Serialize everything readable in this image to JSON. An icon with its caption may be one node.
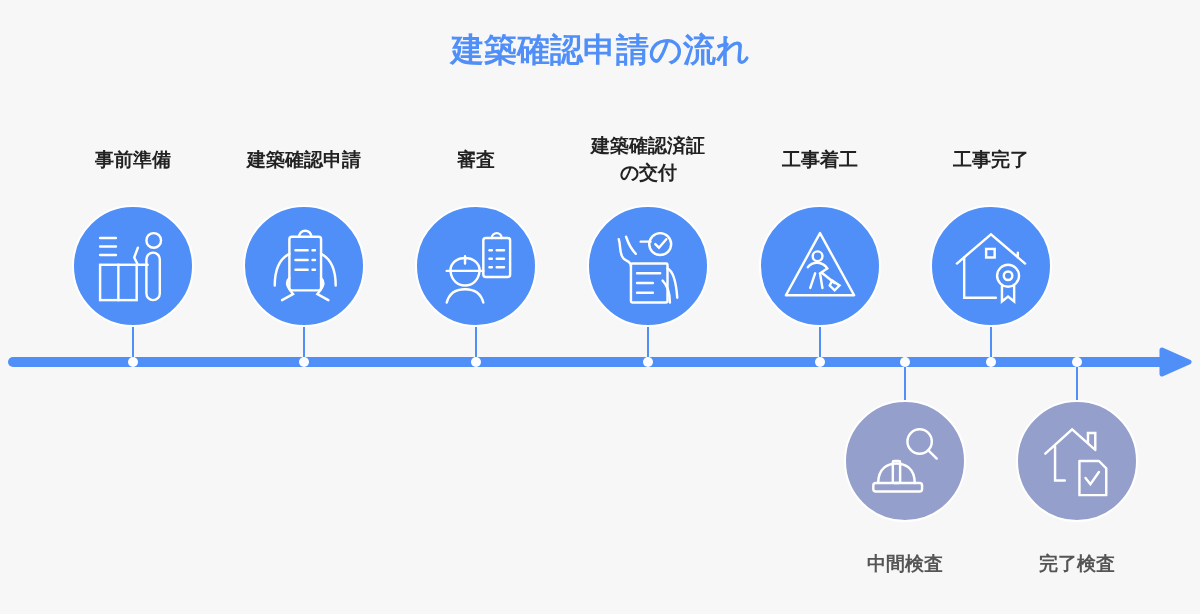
{
  "diagram": {
    "title": "建築確認申請の流れ",
    "nodes": [
      {
        "text": [
          "事前準備"
        ]
      },
      {
        "text": [
          "建築確認申請"
        ]
      },
      {
        "text": [
          "審査"
        ]
      },
      {
        "text": [
          "建築確認済証の交付"
        ]
      },
      {
        "text": [
          "工事着工"
        ]
      },
      {
        "text": [
          "中間検査"
        ]
      },
      {
        "text": [
          "工事完了"
        ]
      },
      {
        "text": [
          "完了検査"
        ]
      },
      {
        "text": [],
        "shape": "arrow"
      }
    ],
    "edges": [
      {
        "from": 0,
        "to": 8,
        "arrow": "none"
      },
      {
        "from": 1,
        "to": 8,
        "arrow": "none"
      },
      {
        "from": 2,
        "to": 8,
        "arrow": "none"
      },
      {
        "from": 3,
        "to": 8,
        "arrow": "none"
      },
      {
        "from": 4,
        "to": 8,
        "arrow": "none"
      },
      {
        "from": 5,
        "to": 8,
        "arrow": "none"
      },
      {
        "from": 6,
        "to": 8,
        "arrow": "none"
      },
      {
        "from": 7,
        "to": 8,
        "arrow": "none"
      }
    ]
  }
}
